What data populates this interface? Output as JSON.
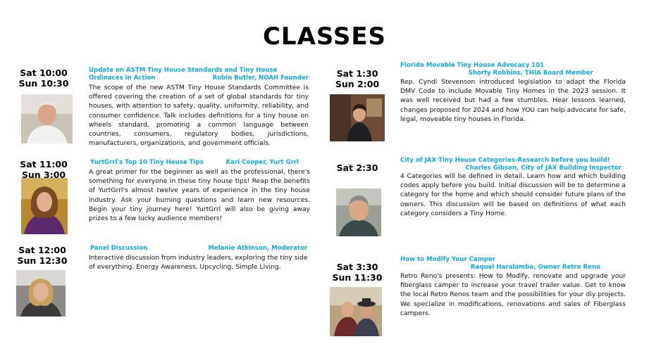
{
  "page": {
    "title": "CLASSES"
  },
  "sessions": [
    {
      "times": [
        "Sat 10:00",
        "Sun 10:30"
      ],
      "title": "Update on ASTM Tiny House Standards and Tiny House Ordinaces in Action",
      "speaker": "Robin Butler, NOAH Founder",
      "description": "The scope of the new ASTM Tiny House Standards Committee is offered covering the creation of a set of global standards for tiny houses, with attention to safety, quality, uniformity, reliability, and consumer confidence.   Talk includes definitions for a tiny house on wheels standard, promoting a common language between countries, consumers, regulatory bodies, jurisdictions, manufacturers, organizations, and government officials."
    },
    {
      "times": [
        "Sat 11:00",
        "Sun 3:00"
      ],
      "title": "YurtGrrl's Top 10 Tiny House Tips",
      "speaker": "Kari Cooper, Yurt Grrl",
      "description": "A great primer for the beginner as well as the professional, there's something for everyone in these tiny house tips! Reap the benefits of YurtGrrl's almost twelve years of experience in the tiny house industry. Ask your burning questions and learn new resources. Begin your tiny journey here! YurtGrrl will also be giving away prizes to a few lucky audience members!"
    },
    {
      "times": [
        "Sat 12:00",
        "Sun 12:30"
      ],
      "title": "Panel Discussion",
      "speaker": "Melanie Atkinson, Moderator",
      "description": "Interactive discussion from industry leaders, exploring the tiny side of everything. Energy Awareness, Upcycling, Simple Living."
    },
    {
      "times": [
        "Sat 1:30",
        "Sun 2:00"
      ],
      "title": "Florida Movable Tiny House Advocacy 101",
      "speaker": "Shorty Robbins, THIA Board Member",
      "description": "Rep. Cyndi Stevenson introduced legislation to adapt the Florida DMV Code to include Movable Tiny Homes in the 2023 session. It was well received but had a few stumbles. Hear lessons learned, changes proposed for 2024 and how YOU can help advocate for safe, legal, moveable tiny houses in Florida."
    },
    {
      "times": [
        "Sat 2:30"
      ],
      "title": "City of JAX Tiny House Categories-Research before you build!",
      "speaker": "Charles Gibson, City of JAX Building Inspector",
      "description": "4 Categories will be defined in detail. Learn how and which building codes apply before you build. Initial discussion will be to determine a category for the home and which should consider future plans of the owners.  This discussion will be based on definitions of what each category considers a Tiny Home."
    },
    {
      "times": [
        "Sat 3:30",
        "Sun 11:30"
      ],
      "title": "How to Modify Your Camper",
      "speaker": "Raquel Haralambo, Owner Retro Reno",
      "description": "Retro Reno's presents: How to Modify, renovate and upgrade your fiberglass camper to increase your travel trailer value. Get to know the local Retro Renos team and the possibilities for your diy projects. We specialize in modifications, renovations and sales of Fiberglass campers."
    }
  ],
  "colors": {
    "accent": "#14a7dc",
    "text": "#111111"
  }
}
